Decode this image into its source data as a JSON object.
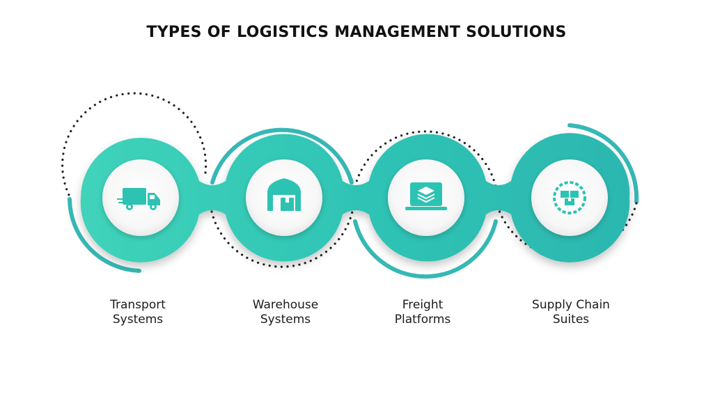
{
  "title": "TYPES OF LOGISTICS MANAGEMENT SOLUTIONS",
  "colors": {
    "teal_light": "#3fd1b8",
    "teal_mid": "#2ebfb4",
    "teal_dark": "#28a9a8",
    "ring": "#36b8b5",
    "dots": "#222222",
    "icon": "#2cc3b2"
  },
  "steps": [
    {
      "line1": "Transport",
      "line2": "Systems",
      "icon": "truck-icon"
    },
    {
      "line1": "Warehouse",
      "line2": "Systems",
      "icon": "warehouse-icon"
    },
    {
      "line1": "Freight",
      "line2": "Platforms",
      "icon": "layers-laptop-icon"
    },
    {
      "line1": "Supply Chain",
      "line2": "Suites",
      "icon": "chain-boxes-icon"
    }
  ]
}
